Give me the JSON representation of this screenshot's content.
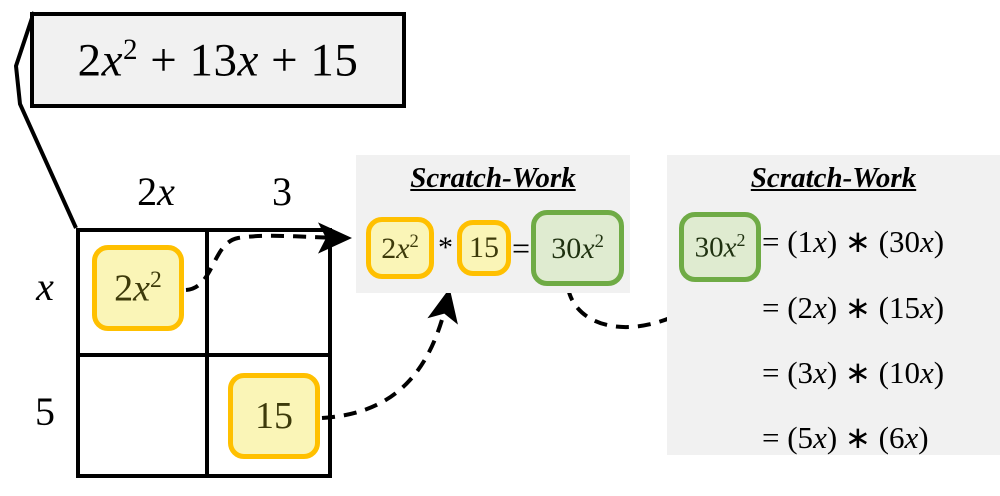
{
  "expression": {
    "full": "2x² + 13x + 15",
    "lead": "2",
    "var": "x",
    "power": "2",
    "plus1": " + ",
    "mid_coef": "13",
    "mid_var": "x",
    "plus2": " + ",
    "constant": "15"
  },
  "grid": {
    "column_headers": [
      "2x",
      "3"
    ],
    "row_headers": [
      "x",
      "5"
    ],
    "cells": [
      {
        "position": "top-left",
        "value": "2x²",
        "filled": true,
        "style": "yellow"
      },
      {
        "position": "top-right",
        "value": "",
        "filled": false,
        "style": "none"
      },
      {
        "position": "bottom-left",
        "value": "",
        "filled": false,
        "style": "none"
      },
      {
        "position": "bottom-right",
        "value": "15",
        "filled": true,
        "style": "yellow"
      }
    ],
    "cell_top_left": "2x²",
    "cell_bottom_right": "15"
  },
  "scratch_work_1": {
    "title": "Scratch-Work",
    "operand_a": "2x²",
    "operator_1": "*",
    "operand_b": "15",
    "operator_2": "=",
    "result": "30x²"
  },
  "scratch_work_2": {
    "title": "Scratch-Work",
    "target": "30x²",
    "factor_pairs": [
      {
        "eq": "=",
        "left": "(1x)",
        "op": "*",
        "right": "(30x)"
      },
      {
        "eq": "=",
        "left": "(2x)",
        "op": "*",
        "right": "(15x)"
      },
      {
        "eq": "=",
        "left": "(3x)",
        "op": "*",
        "right": "(10x)"
      },
      {
        "eq": "=",
        "left": "(5x)",
        "op": "*",
        "right": "(6x)"
      }
    ],
    "line_0": "= (1x) * (30x)",
    "line_1": "= (2x) * (15x)",
    "line_2": "= (3x) * (10x)",
    "line_3": "= (5x) * (6x)"
  },
  "colors": {
    "panel_background": "#f1f1f1",
    "chip_yellow_fill": "#faf5b7",
    "chip_yellow_border": "#ffc000",
    "chip_green_fill": "#dfebd0",
    "chip_green_border": "#6fab45",
    "line": "#000000"
  },
  "connectors": [
    {
      "name": "expression-to-grid",
      "style": "solid",
      "arrow": false
    },
    {
      "name": "grid-cell-2x2-to-scratch-operand-a",
      "style": "dashed",
      "arrow": true
    },
    {
      "name": "grid-cell-15-to-scratch-operand-b",
      "style": "dashed",
      "arrow": true
    },
    {
      "name": "scratch-result-to-factor-list",
      "style": "dashed",
      "arrow": true
    }
  ]
}
